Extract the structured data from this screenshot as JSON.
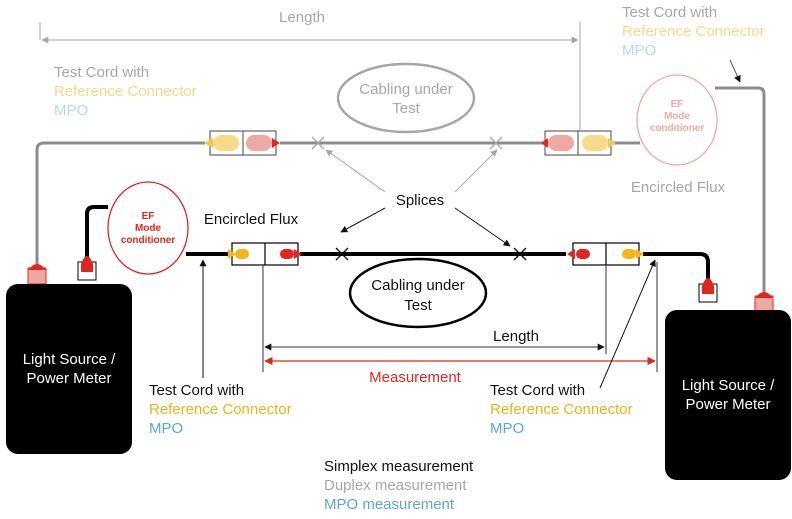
{
  "colors": {
    "black": "#111111",
    "gray": "#a6a6a6",
    "yellow": "#f2b51c",
    "blue": "#5aa6d4",
    "red": "#e0271f"
  },
  "top_path": {
    "length_label": "Length",
    "cabling_line1": "Cabling under",
    "cabling_line2": "Test",
    "left_cord": {
      "line1": "Test Cord with",
      "line2": "Reference Connector",
      "line3": "MPO"
    },
    "right_cord": {
      "line1": "Test Cord with",
      "line2": "Reference Connector",
      "line3": "MPO"
    },
    "ef_line1": "EF",
    "ef_line2": "Mode",
    "ef_line3": "conditioner",
    "encircled_flux": "Encircled Flux"
  },
  "splices_label": "Splices",
  "bottom_path": {
    "ef_line1": "EF",
    "ef_line2": "Mode",
    "ef_line3": "conditioner",
    "encircled_flux": "Encircled Flux",
    "cabling_line1": "Cabling under",
    "cabling_line2": "Test",
    "length_label": "Length",
    "measurement_label": "Measurement",
    "left_cord": {
      "line1": "Test Cord with",
      "line2": "Reference Connector",
      "line3": "MPO"
    },
    "right_cord": {
      "line1": "Test Cord with",
      "line2": "Reference Connector",
      "line3": "MPO"
    }
  },
  "left_device": {
    "line1": "Light Source /",
    "line2": "Power Meter"
  },
  "right_device": {
    "line1": "Light Source /",
    "line2": "Power Meter"
  },
  "legend": {
    "simplex": "Simplex measurement",
    "duplex": "Duplex measurement",
    "mpo": "MPO measurement"
  }
}
